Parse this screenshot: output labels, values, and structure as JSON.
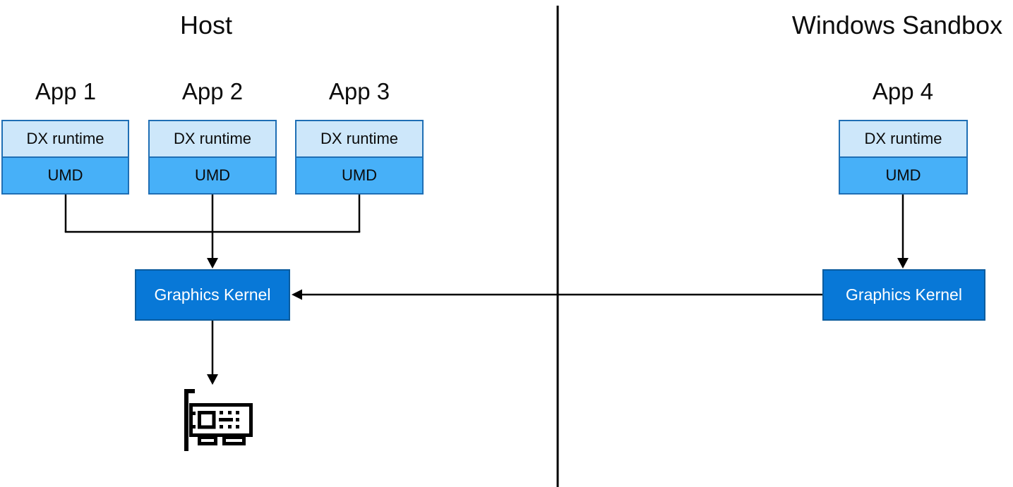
{
  "sections": {
    "host": {
      "title": "Host",
      "apps": [
        {
          "name": "App 1",
          "layers": {
            "dx": "DX runtime",
            "umd": "UMD"
          }
        },
        {
          "name": "App 2",
          "layers": {
            "dx": "DX runtime",
            "umd": "UMD"
          }
        },
        {
          "name": "App 3",
          "layers": {
            "dx": "DX runtime",
            "umd": "UMD"
          }
        }
      ],
      "kernel_label": "Graphics Kernel",
      "hardware_icon": "gpu-card-icon"
    },
    "sandbox": {
      "title": "Windows Sandbox",
      "apps": [
        {
          "name": "App 4",
          "layers": {
            "dx": "DX runtime",
            "umd": "UMD"
          }
        }
      ],
      "kernel_label": "Graphics Kernel"
    }
  },
  "colors": {
    "dx_runtime_fill": "#cde7fa",
    "umd_fill": "#47b0f8",
    "app_box_border": "#1f6fb5",
    "kernel_fill": "#0878d7",
    "kernel_border": "#0b5c9e",
    "kernel_text": "#ffffff",
    "connector_line": "#000000"
  }
}
